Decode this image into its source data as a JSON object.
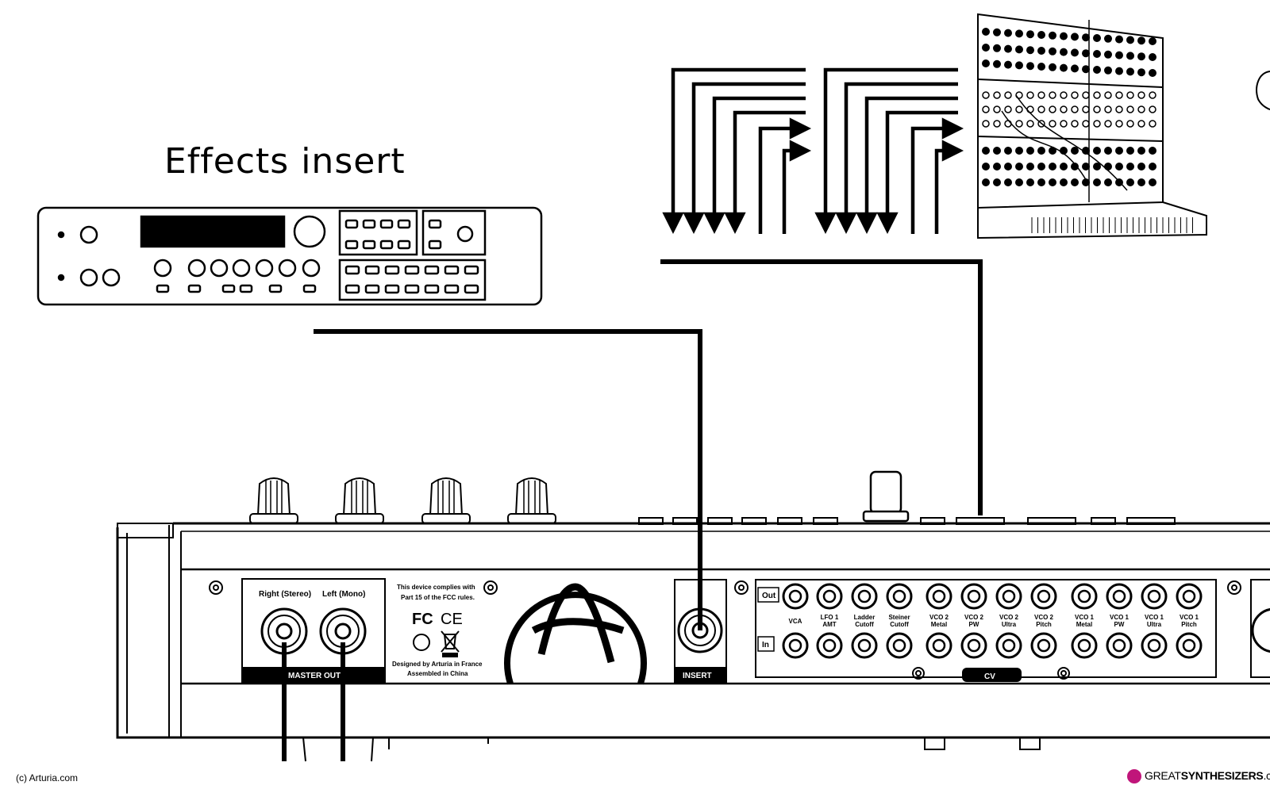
{
  "diagram": {
    "title": "Effects insert",
    "credit": "(c) Arturia.com",
    "watermark": {
      "prefix": "GREAT",
      "main": "SYNTHESIZERS",
      "suffix": ".com",
      "accent_color": "#c0157a"
    },
    "panel": {
      "master_out": {
        "right_label": "Right (Stereo)",
        "left_label": "Left (Mono)",
        "group_label": "MASTER OUT"
      },
      "compliance": {
        "line1": "This device complies with",
        "line2": "Part 15 of the FCC rules.",
        "fcc": "FC",
        "ce": "CE",
        "designed": "Designed by Arturia in France",
        "assembled": "Assembled in China"
      },
      "insert_label": "INSERT",
      "cv": {
        "out_label": "Out",
        "in_label": "In",
        "group_label": "CV",
        "jacks": [
          [
            "VCA"
          ],
          [
            "LFO 1",
            "AMT"
          ],
          [
            "Ladder",
            "Cutoff"
          ],
          [
            "Steiner",
            "Cutoff"
          ],
          [
            "VCO 2",
            "Metal"
          ],
          [
            "VCO 2",
            "PW"
          ],
          [
            "VCO 2",
            "Ultra"
          ],
          [
            "VCO 2",
            "Pitch"
          ],
          [
            "VCO 1",
            "Metal"
          ],
          [
            "VCO 1",
            "PW"
          ],
          [
            "VCO 1",
            "Ultra"
          ],
          [
            "VCO 1",
            "Pitch"
          ]
        ]
      }
    }
  }
}
